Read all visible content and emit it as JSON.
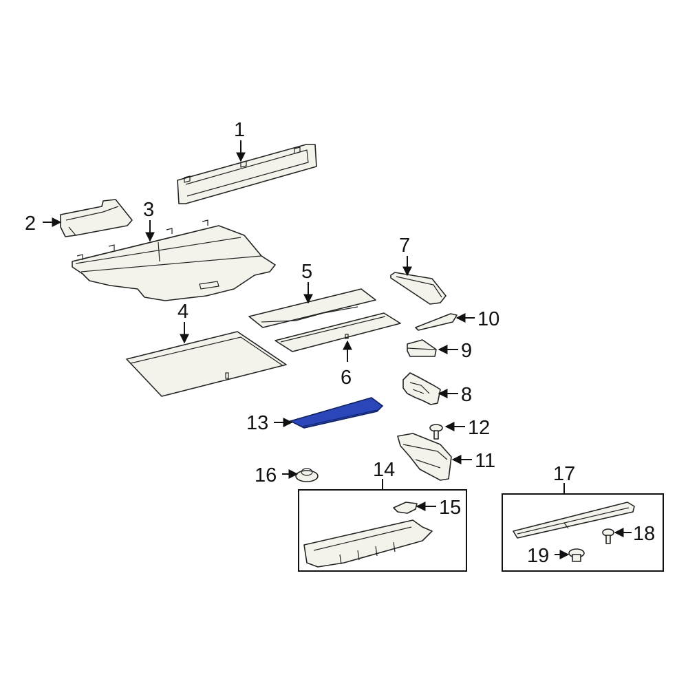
{
  "highlight_color": "#2b46b8",
  "callouts": [
    {
      "id": "1",
      "label": "1"
    },
    {
      "id": "2",
      "label": "2"
    },
    {
      "id": "3",
      "label": "3"
    },
    {
      "id": "4",
      "label": "4"
    },
    {
      "id": "5",
      "label": "5"
    },
    {
      "id": "6",
      "label": "6"
    },
    {
      "id": "7",
      "label": "7"
    },
    {
      "id": "8",
      "label": "8"
    },
    {
      "id": "9",
      "label": "9"
    },
    {
      "id": "10",
      "label": "10"
    },
    {
      "id": "11",
      "label": "11"
    },
    {
      "id": "12",
      "label": "12"
    },
    {
      "id": "13",
      "label": "13"
    },
    {
      "id": "14",
      "label": "14"
    },
    {
      "id": "15",
      "label": "15"
    },
    {
      "id": "16",
      "label": "16"
    },
    {
      "id": "17",
      "label": "17"
    },
    {
      "id": "18",
      "label": "18"
    },
    {
      "id": "19",
      "label": "19"
    }
  ]
}
